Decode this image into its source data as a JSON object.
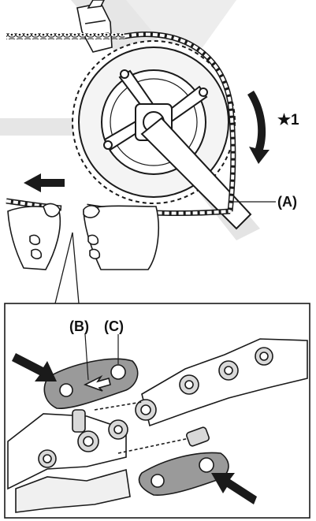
{
  "labels": {
    "star_note": "★1",
    "chainring_label": "(A)",
    "link_b": "(B)",
    "link_c": "(C)"
  },
  "colors": {
    "line": "#1a1a1a",
    "frame_gray": "#e6e6e6",
    "plate_gray": "#9a9a9a",
    "arrow": "#1a1a1a"
  },
  "icons": {
    "rotation_arrow": "curved-arrow-down",
    "pull_arrow": "arrow-left",
    "push_arrows": "arrow-diagonal"
  }
}
